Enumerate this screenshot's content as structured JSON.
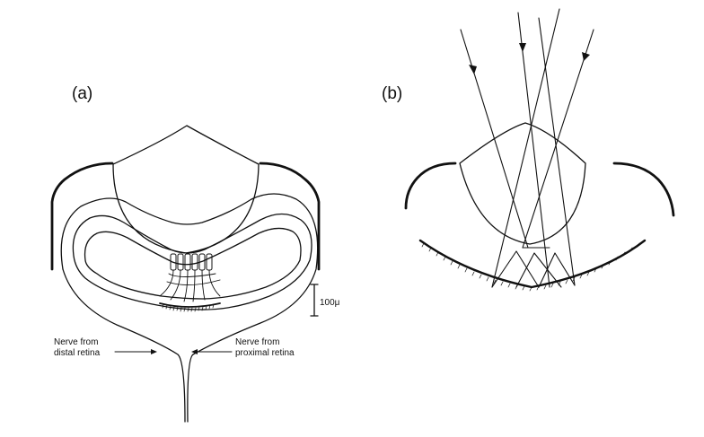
{
  "panels": [
    {
      "id": "a",
      "label": "(a)"
    },
    {
      "id": "b",
      "label": "(b)"
    }
  ],
  "annotations": {
    "scale_bar": "100μ",
    "nerve_distal_line1": "Nerve from",
    "nerve_distal_line2": "distal retina",
    "nerve_proximal_line1": "Nerve from",
    "nerve_proximal_line2": "proximal retina"
  }
}
